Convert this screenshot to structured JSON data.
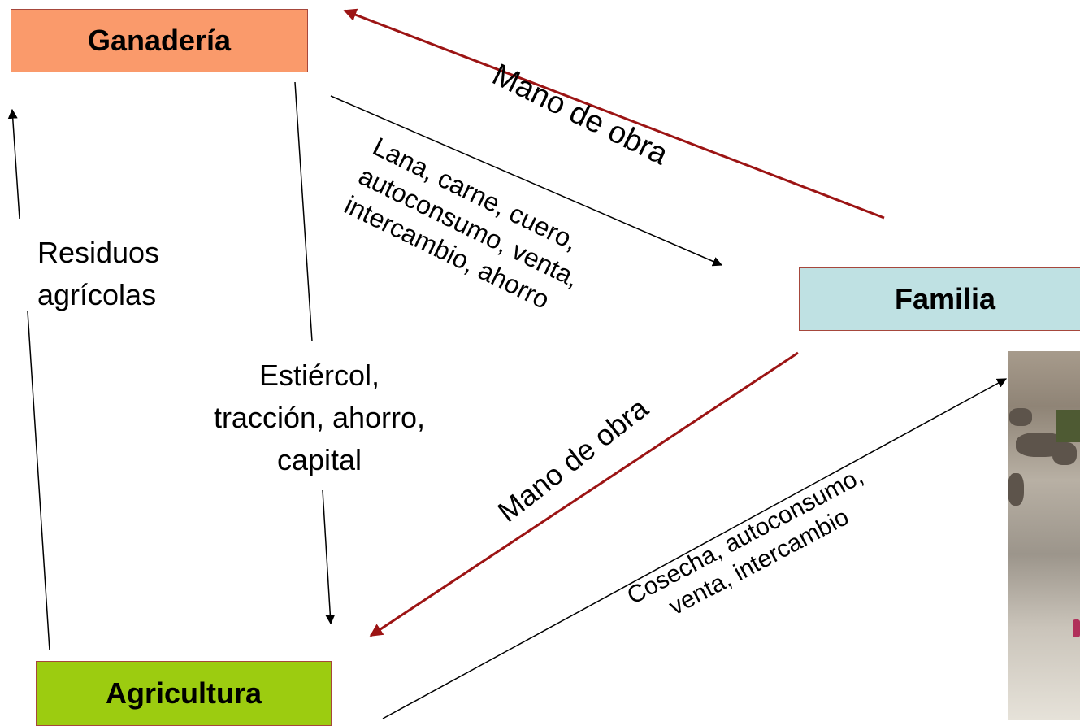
{
  "nodes": {
    "ganaderia": {
      "label": "Ganadería",
      "color": "#fa9a6b"
    },
    "familia": {
      "label": "Familia",
      "color": "#bfe1e3"
    },
    "agricultura": {
      "label": "Agricultura",
      "color": "#9ccc10"
    }
  },
  "edges": {
    "mano_de_obra_top": {
      "label": "Mano de obra",
      "color": "#9c1414"
    },
    "lana": {
      "lines": [
        "Lana, carne, cuero,",
        "autoconsumo, venta,",
        "intercambio, ahorro"
      ]
    },
    "estiercol": {
      "lines": [
        "Estiércol,",
        "tracción, ahorro,",
        "capital"
      ]
    },
    "residuos": {
      "lines": [
        "Residuos",
        "agrícolas"
      ]
    },
    "mano_de_obra_bottom": {
      "label": "Mano de obra",
      "color": "#9c1414"
    },
    "cosecha": {
      "lines": [
        "Cosecha, autoconsumo,",
        "venta, intercambio"
      ]
    }
  },
  "photo": {
    "icon": "landscape-photo"
  }
}
